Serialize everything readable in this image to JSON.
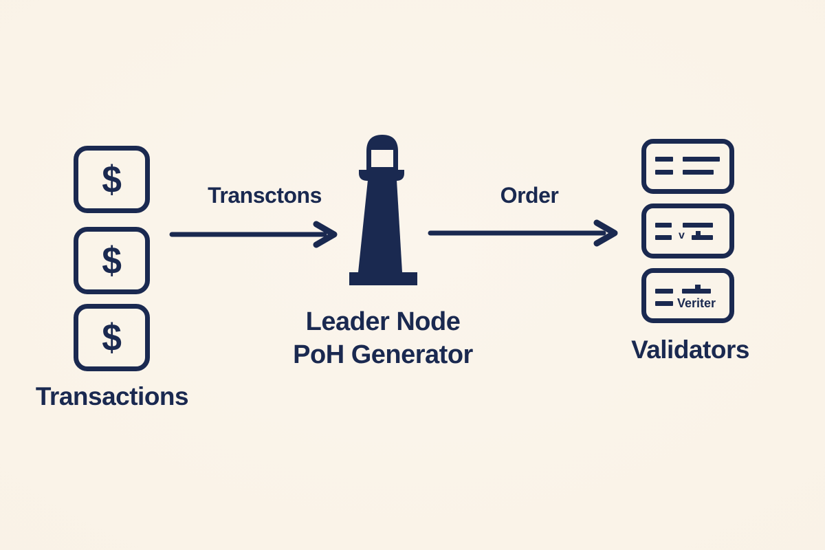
{
  "colors": {
    "background": "#f9f2e6",
    "ink": "#1a2950"
  },
  "transactions": {
    "label": "Transactions",
    "boxes": [
      "$",
      "$",
      "$"
    ]
  },
  "flow": {
    "arrow1_label": "Transctons",
    "arrow2_label": "Order"
  },
  "leader_node": {
    "line1": "Leader Node",
    "line2": "PoH Generator"
  },
  "validators": {
    "label": "Validators",
    "box2_inline_text": "v",
    "box3_text": "Veriter"
  }
}
